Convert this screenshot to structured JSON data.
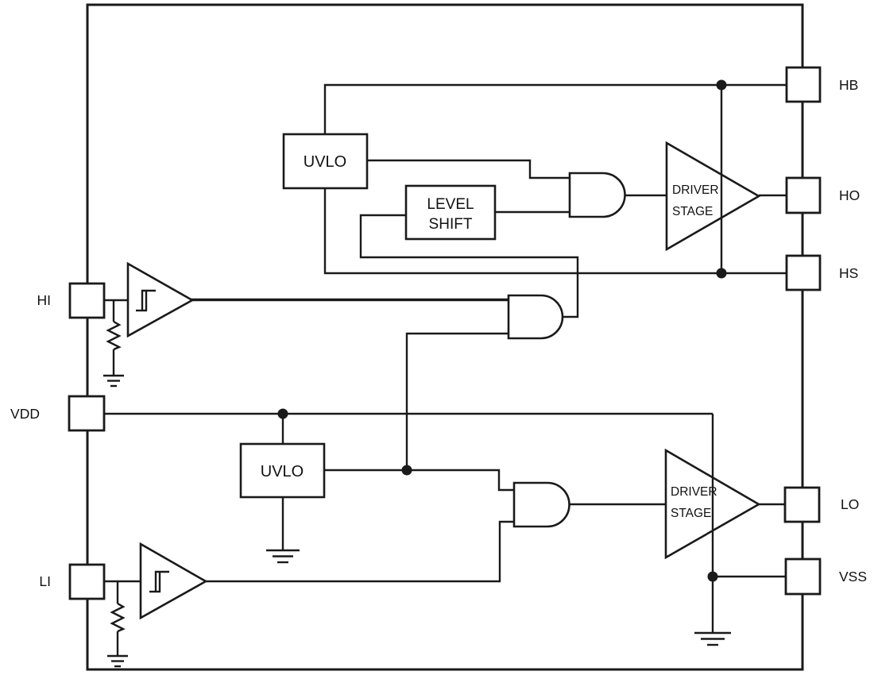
{
  "pins": {
    "left": [
      {
        "label": "HI"
      },
      {
        "label": "VDD"
      },
      {
        "label": "LI"
      }
    ],
    "right": [
      {
        "label": "HB"
      },
      {
        "label": "HO"
      },
      {
        "label": "HS"
      },
      {
        "label": "LO"
      },
      {
        "label": "VSS"
      }
    ]
  },
  "blocks": {
    "uvlo_high": {
      "label": "UVLO"
    },
    "uvlo_low": {
      "label": "UVLO"
    },
    "level_shift": {
      "line1": "LEVEL",
      "line2": "SHIFT"
    },
    "driver_high": {
      "line1": "DRIVER",
      "line2": "STAGE"
    },
    "driver_low": {
      "line1": "DRIVER",
      "line2": "STAGE"
    }
  },
  "colors": {
    "line": "#1a1a1a",
    "background": "#ffffff"
  }
}
